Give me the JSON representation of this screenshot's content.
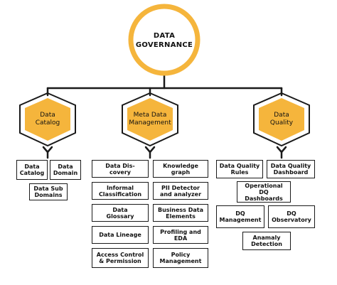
{
  "root": {
    "line1": "DATA",
    "line2": "GOVERNANCE"
  },
  "colors": {
    "accent": "#F5B53C",
    "line": "#1a1a1a"
  },
  "branches": [
    {
      "line1": "Data",
      "line2": "Catalog"
    },
    {
      "line1": "Meta Data",
      "line2": "Management"
    },
    {
      "line1": "Data",
      "line2": "Quality"
    }
  ],
  "catalog_items": [
    {
      "line1": "Data",
      "line2": "Catalog"
    },
    {
      "line1": "Data",
      "line2": "Domain"
    },
    {
      "line1": "Data Sub",
      "line2": "Domains"
    }
  ],
  "metadata_items": [
    {
      "line1": "Data Dis-",
      "line2": "covery"
    },
    {
      "line1": "Knowledge",
      "line2": "graph"
    },
    {
      "line1": "Informal",
      "line2": "Classification"
    },
    {
      "line1": "PII Detector",
      "line2": "and analyzer"
    },
    {
      "line1": "Data",
      "line2": "Glossary"
    },
    {
      "line1": "Business Data",
      "line2": "Elements"
    },
    {
      "line1": "Data Lineage",
      "line2": ""
    },
    {
      "line1": "Profiling and",
      "line2": "EDA"
    },
    {
      "line1": "Access Control",
      "line2": "& Permission"
    },
    {
      "line1": "Policy",
      "line2": "Management"
    }
  ],
  "quality_items": [
    {
      "line1": "Data Quality",
      "line2": "Rules"
    },
    {
      "line1": "Data Quality",
      "line2": "Dashboard"
    },
    {
      "line1": "Operational",
      "line2": "DQ",
      "line3": "Dashboards"
    },
    {
      "line1": "DQ",
      "line2": "Management"
    },
    {
      "line1": "DQ",
      "line2": "Observatory"
    },
    {
      "line1": "Anamaly",
      "line2": "Detection"
    }
  ]
}
